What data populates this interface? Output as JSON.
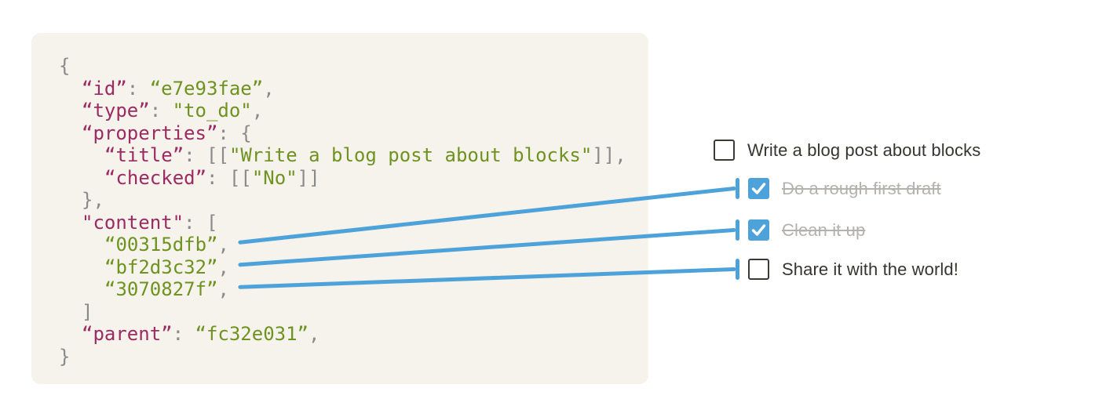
{
  "colors": {
    "page_bg": "#ffffff",
    "panel_bg": "#f6f2ec",
    "code_key": "#9b2b62",
    "code_value": "#6f9320",
    "code_punct": "#8a8a8a",
    "connector_blue": "#4da3d9",
    "todo_text": "#37352f",
    "todo_done_text": "#b5b2ae",
    "checkbox_border": "#3c3a36"
  },
  "code_block": {
    "lines": [
      {
        "indent": 0,
        "segments": [
          {
            "c": "p",
            "t": "{"
          }
        ]
      },
      {
        "indent": 1,
        "segments": [
          {
            "c": "k",
            "t": "“id”"
          },
          {
            "c": "p",
            "t": ": "
          },
          {
            "c": "v",
            "t": "“e7e93fae”"
          },
          {
            "c": "p",
            "t": ","
          }
        ]
      },
      {
        "indent": 1,
        "segments": [
          {
            "c": "k",
            "t": "“type”"
          },
          {
            "c": "p",
            "t": ": "
          },
          {
            "c": "v",
            "t": "\"to_do\""
          },
          {
            "c": "p",
            "t": ","
          }
        ]
      },
      {
        "indent": 1,
        "segments": [
          {
            "c": "k",
            "t": "“properties”"
          },
          {
            "c": "p",
            "t": ": {"
          }
        ]
      },
      {
        "indent": 2,
        "segments": [
          {
            "c": "k",
            "t": "“title”"
          },
          {
            "c": "p",
            "t": ": [["
          },
          {
            "c": "v",
            "t": "\"Write a blog post about blocks\""
          },
          {
            "c": "p",
            "t": "]],"
          }
        ]
      },
      {
        "indent": 2,
        "segments": [
          {
            "c": "k",
            "t": "“checked”"
          },
          {
            "c": "p",
            "t": ": [["
          },
          {
            "c": "v",
            "t": "\"No\""
          },
          {
            "c": "p",
            "t": "]]"
          }
        ]
      },
      {
        "indent": 1,
        "segments": [
          {
            "c": "p",
            "t": "},"
          }
        ]
      },
      {
        "indent": 1,
        "segments": [
          {
            "c": "k",
            "t": "\"content\""
          },
          {
            "c": "p",
            "t": ": ["
          }
        ]
      },
      {
        "indent": 2,
        "segments": [
          {
            "c": "v",
            "t": "“00315dfb”"
          },
          {
            "c": "p",
            "t": ","
          }
        ]
      },
      {
        "indent": 2,
        "segments": [
          {
            "c": "v",
            "t": "“bf2d3c32”"
          },
          {
            "c": "p",
            "t": ","
          }
        ]
      },
      {
        "indent": 2,
        "segments": [
          {
            "c": "v",
            "t": "“3070827f”"
          },
          {
            "c": "p",
            "t": ","
          }
        ]
      },
      {
        "indent": 1,
        "segments": [
          {
            "c": "p",
            "t": "]"
          }
        ]
      },
      {
        "indent": 1,
        "segments": [
          {
            "c": "k",
            "t": "“parent”"
          },
          {
            "c": "p",
            "t": ": "
          },
          {
            "c": "v",
            "t": "“fc32e031”"
          },
          {
            "c": "p",
            "t": ","
          }
        ]
      },
      {
        "indent": 0,
        "segments": [
          {
            "c": "p",
            "t": "}"
          }
        ]
      }
    ]
  },
  "todo_list": {
    "items": [
      {
        "label": "Write a blog post about blocks",
        "checked": false,
        "done": false,
        "indented": false
      },
      {
        "label": "Do a rough first draft",
        "checked": true,
        "done": true,
        "indented": true
      },
      {
        "label": "Clean it up",
        "checked": true,
        "done": true,
        "indented": true
      },
      {
        "label": "Share it with the world!",
        "checked": false,
        "done": false,
        "indented": true
      }
    ]
  },
  "connectors": [
    {
      "from_line": 8,
      "to_item": 1
    },
    {
      "from_line": 9,
      "to_item": 2
    },
    {
      "from_line": 10,
      "to_item": 3
    }
  ]
}
